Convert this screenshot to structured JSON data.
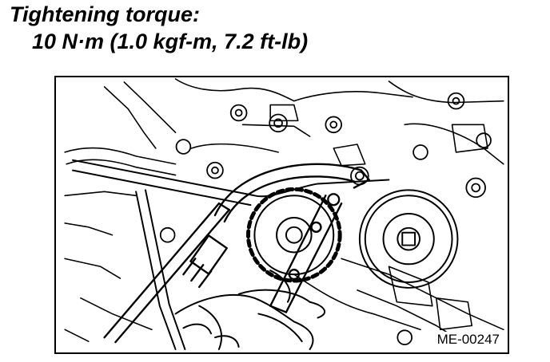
{
  "heading": {
    "line1": "Tightening torque:",
    "line2": "10 N·m (1.0 kgf-m, 7.2 ft-lb)"
  },
  "figure": {
    "id": "ME-00247",
    "description_icon": "engine-cam-sprocket-holding-tool-illustration"
  }
}
